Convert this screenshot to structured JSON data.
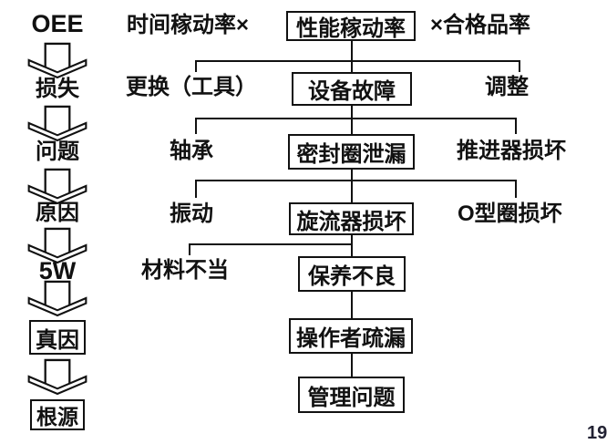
{
  "slide": {
    "background": "#ffffff",
    "page_number": "19"
  },
  "ladder": {
    "items": [
      {
        "label": "OEE"
      },
      {
        "label": "损失"
      },
      {
        "label": "问题"
      },
      {
        "label": "原因"
      },
      {
        "label": "5W"
      },
      {
        "label": "真因"
      },
      {
        "label": "根源"
      }
    ]
  },
  "tree": {
    "row1": {
      "left": "时间稼动率×",
      "center": "性能稼动率",
      "right": "×合格品率"
    },
    "row2": {
      "left": "更换（工具）",
      "center": "设备故障",
      "right": "调整"
    },
    "row3": {
      "left": "轴承",
      "center": "密封圈泄漏",
      "right": "推进器损坏"
    },
    "row4": {
      "left": "振动",
      "center": "旋流器损坏",
      "right": "O型圈损坏"
    },
    "row5": {
      "left": "材料不当",
      "center": "保养不良"
    },
    "row6": {
      "center": "操作者疏漏"
    },
    "row7": {
      "center": "管理问题"
    }
  },
  "colors": {
    "line": "#111111",
    "text": "#111111",
    "box_border": "#111111",
    "page_number": "#222233"
  }
}
